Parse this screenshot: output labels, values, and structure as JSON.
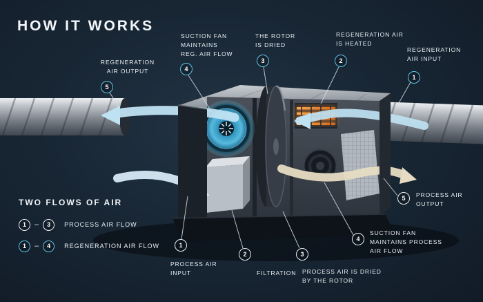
{
  "title": "HOW IT WORKS",
  "legend": {
    "title": "TWO FLOWS OF AIR",
    "separator": "–",
    "rows": [
      {
        "start": "1",
        "end": "3",
        "label": "PROCESS AIR FLOW",
        "type": "process"
      },
      {
        "start": "1",
        "end": "4",
        "label": "REGENERATION AIR FLOW",
        "type": "regeneration"
      }
    ]
  },
  "callouts": {
    "reg_output": {
      "num": "5",
      "label": "REGENERATION\nAIR OUTPUT"
    },
    "suction_reg": {
      "num": "4",
      "label": "SUCTION FAN\nMAINTAINS\nREG. AIR FLOW"
    },
    "rotor_dried": {
      "num": "3",
      "label": "THE ROTOR\nIS DRIED"
    },
    "reg_heated": {
      "num": "2",
      "label": "REGENERATION AIR\nIS HEATED"
    },
    "reg_input": {
      "num": "1",
      "label": "REGENERATION\nAIR INPUT"
    },
    "process_input": {
      "num": "1",
      "label": "PROCESS AIR\nINPUT"
    },
    "filtration": {
      "num": "2",
      "label": "FILTRATION"
    },
    "process_dried": {
      "num": "3",
      "label": "PROCESS AIR IS DRIED\nBY THE ROTOR"
    },
    "suction_process": {
      "num": "4",
      "label": "SUCTION FAN\nMAINTAINS PROCESS\nAIR FLOW"
    },
    "process_output": {
      "num": "5",
      "label": "PROCESS AIR\nOUTPUT"
    }
  },
  "colors": {
    "background": "#16222e",
    "accent_cyan": "#5fc3e4",
    "flow_blue": "#bfe2f2",
    "flow_cream": "#e7dcc3",
    "heater_orange": "#e8822a",
    "text": "#eaf1f6"
  }
}
